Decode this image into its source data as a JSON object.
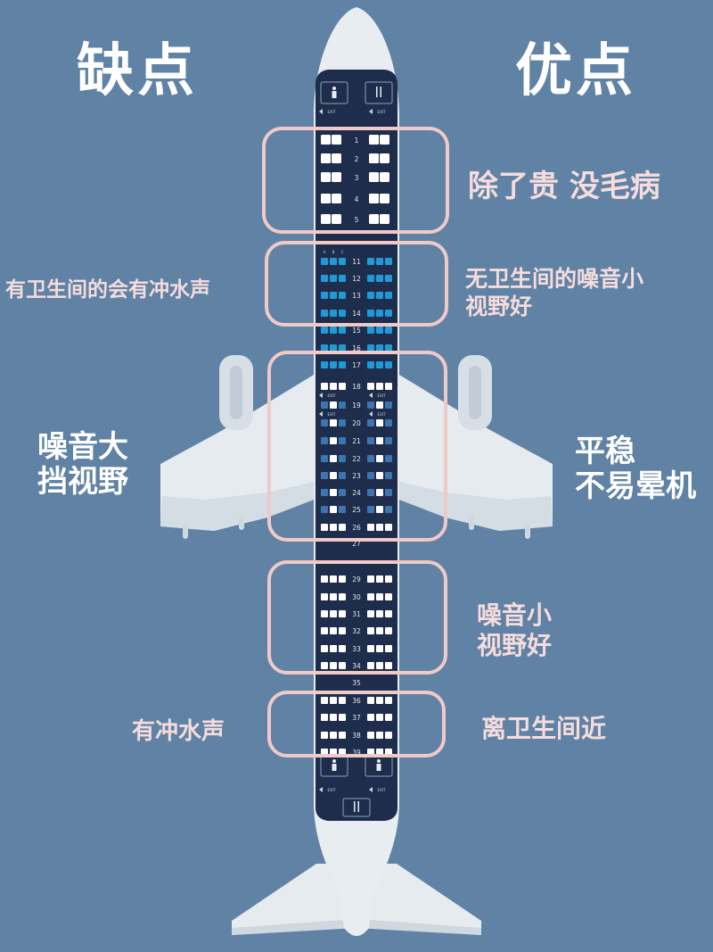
{
  "headers": {
    "cons": "缺点",
    "pros": "优点"
  },
  "rows": [
    "1",
    "2",
    "3",
    "4",
    "5",
    "11",
    "12",
    "13",
    "14",
    "15",
    "16",
    "17",
    "18",
    "19",
    "20",
    "21",
    "22",
    "23",
    "24",
    "25",
    "26",
    "27",
    "29",
    "30",
    "31",
    "32",
    "33",
    "34",
    "35",
    "36",
    "37",
    "38",
    "39"
  ],
  "zones": [
    {
      "name": "first-class",
      "pros": [
        "除了贵 没毛病"
      ],
      "cons": []
    },
    {
      "name": "front-economy",
      "pros": [
        "无卫生间的噪音小",
        "视野好"
      ],
      "cons": [
        "有卫生间的会有冲水声"
      ]
    },
    {
      "name": "wing",
      "pros": [
        "平稳",
        "不易晕机"
      ],
      "cons": [
        "噪音大",
        "挡视野"
      ]
    },
    {
      "name": "rear-middle",
      "pros": [
        "噪音小",
        "视野好"
      ],
      "cons": []
    },
    {
      "name": "rear",
      "pros": [
        "离卫生间近"
      ],
      "cons": [
        "有冲水声"
      ]
    }
  ],
  "cabin_labels": {
    "exit": "EXIT",
    "seat_letters_front": [
      "A",
      "B",
      "C"
    ]
  },
  "colors": {
    "background": "#5f82a5",
    "fuselage": "#e8edf2",
    "cabin": "#1e2d4b",
    "seat_white": "#ffffff",
    "seat_blue": "#1f9ad6",
    "seat_mid": "#3c75b0",
    "zone_outline": "#f1c9c9",
    "annotation_text": "#f6dcdc"
  },
  "icons": [
    "restroom-icon",
    "galley-icon",
    "exit-arrow-icon"
  ]
}
